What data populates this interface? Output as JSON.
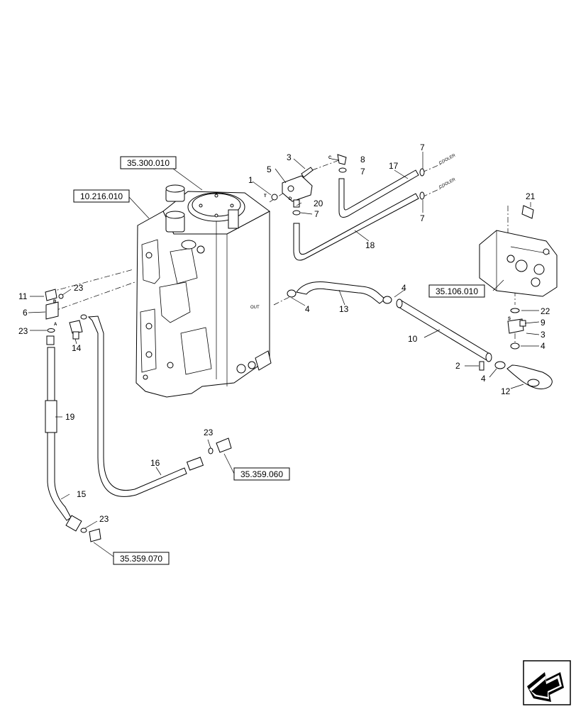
{
  "callouts": {
    "c1": "1",
    "c2": "2",
    "c3a": "3",
    "c3b": "3",
    "c4a": "4",
    "c4b": "4",
    "c4c": "4",
    "c4d": "4",
    "c5": "5",
    "c6": "6",
    "c7a": "7",
    "c7b": "7",
    "c7c": "7",
    "c7d": "7",
    "c8": "8",
    "c9": "9",
    "c10": "10",
    "c11": "11",
    "c12": "12",
    "c13": "13",
    "c14": "14",
    "c15": "15",
    "c16": "16",
    "c17": "17",
    "c18": "18",
    "c19": "19",
    "c20": "20",
    "c21": "21",
    "c22": "22",
    "c23a": "23",
    "c23b": "23",
    "c23c": "23",
    "c23d": "23"
  },
  "references": {
    "r1": "35.300.010",
    "r2": "10.216.010",
    "r3": "35.106.010",
    "r4": "35.359.060",
    "r5": "35.359.070"
  },
  "small_labels": {
    "cooler_top": "COOLER",
    "cooler_bottom": "COOLER",
    "tank_out": "OUT",
    "port_t": "T",
    "port_c": "C",
    "port_d": "D",
    "port_b": "B",
    "port_a": "A",
    "port_s": "S"
  },
  "icons": {
    "corner": "back-arrow-icon"
  }
}
